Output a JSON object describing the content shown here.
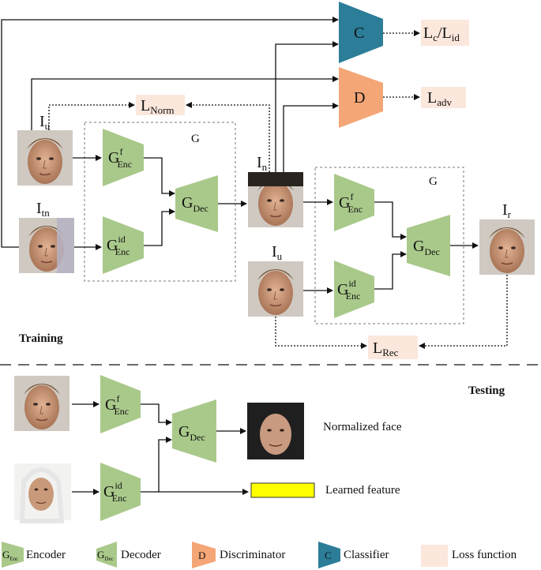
{
  "colors": {
    "encoder": "#a9c98a",
    "decoder": "#a9c98a",
    "discriminator": "#f4a676",
    "classifier": "#2c7d98",
    "loss_bg": "#fbe7dc",
    "feature_bar": "#ffff00",
    "skin": "#d7a385",
    "hair": "#8a6a46"
  },
  "sections": {
    "training": "Training",
    "testing": "Testing"
  },
  "images": {
    "I_u": {
      "main": "I",
      "sub": "u"
    },
    "I_tn": {
      "main": "I",
      "sub": "tn"
    },
    "I_n": {
      "main": "I",
      "sub": "n"
    },
    "I_u2": {
      "main": "I",
      "sub": "u"
    },
    "I_r": {
      "main": "I",
      "sub": "r"
    }
  },
  "blocks": {
    "g_label": "G",
    "enc_f": {
      "main": "G",
      "sup": "f",
      "sub": "Enc"
    },
    "enc_id": {
      "main": "G",
      "sup": "id",
      "sub": "Enc"
    },
    "dec": {
      "main": "G",
      "sub": "Dec"
    },
    "classifier": "C",
    "discriminator": "D"
  },
  "losses": {
    "lc": {
      "main1": "L",
      "sub1": "c",
      "sep": "/L",
      "sub2": "id"
    },
    "ladv": {
      "main": "L",
      "sub": "adv"
    },
    "lnorm": {
      "main": "L",
      "sub": "Norm"
    },
    "lrec": {
      "main": "L",
      "sub": "Rec"
    }
  },
  "outputs": {
    "normalized_face": "Normalized face",
    "learned_feature": "Learned feature"
  },
  "legend": [
    {
      "key": "encoder",
      "symbol_main": "G",
      "symbol_sub": "Enc",
      "label": "Encoder"
    },
    {
      "key": "decoder",
      "symbol_main": "G",
      "symbol_sub": "Dec",
      "label": "Decoder"
    },
    {
      "key": "discriminator",
      "symbol_main": "D",
      "label": "Discriminator"
    },
    {
      "key": "classifier",
      "symbol_main": "C",
      "label": "Classifier"
    },
    {
      "key": "loss",
      "label": "Loss function"
    }
  ]
}
